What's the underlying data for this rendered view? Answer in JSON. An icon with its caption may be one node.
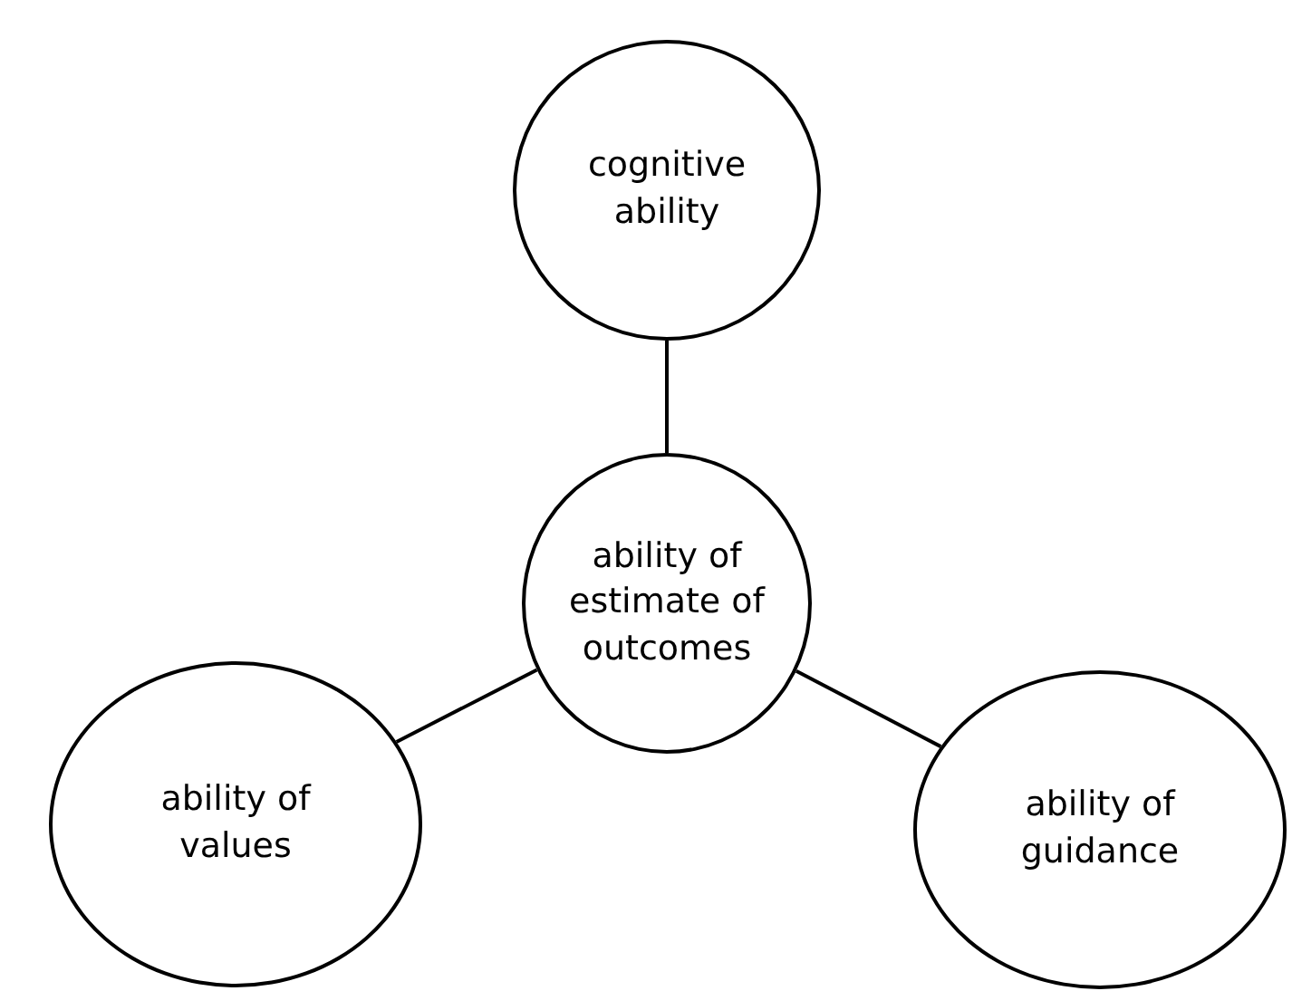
{
  "diagram": {
    "nodes": [
      {
        "text": [
          "cognitive ability"
        ]
      },
      {
        "text": [
          "ability of estimate of outcomes"
        ]
      },
      {
        "text": [
          "ability of values"
        ]
      },
      {
        "text": [
          "ability of guidance"
        ]
      }
    ],
    "edges": [
      {
        "from": 1,
        "to": 0,
        "arrow": "none"
      },
      {
        "from": 1,
        "to": 2,
        "arrow": "none"
      },
      {
        "from": 1,
        "to": 3,
        "arrow": "none"
      }
    ]
  }
}
